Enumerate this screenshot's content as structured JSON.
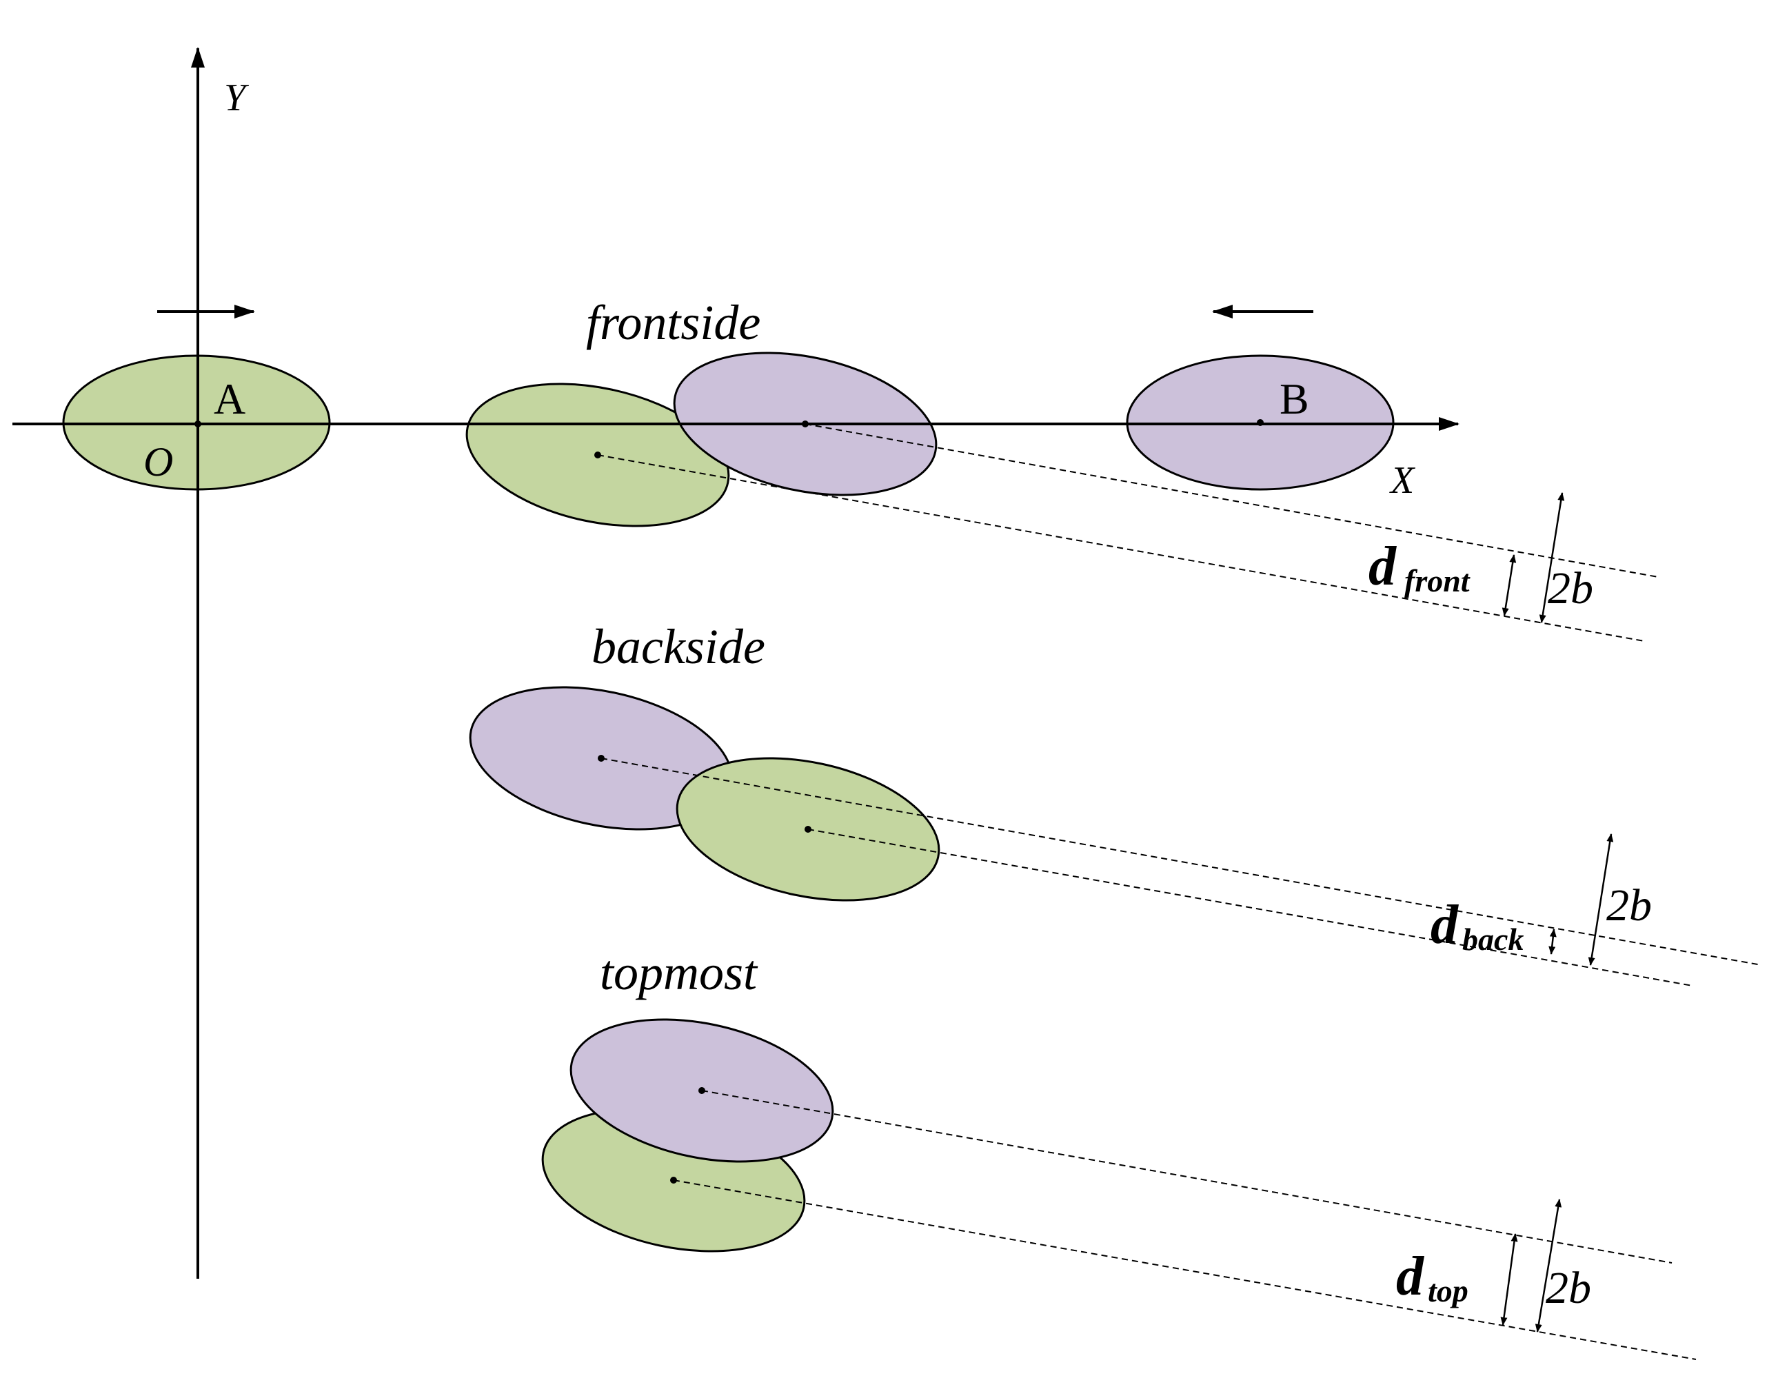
{
  "axes": {
    "y_label": "Y",
    "x_label": "X",
    "origin_label": "O"
  },
  "points": {
    "a_label": "A",
    "b_label": "B"
  },
  "cases": {
    "front": {
      "title": "frontside",
      "d_main": "d",
      "d_sub": "front",
      "width_label": "2b"
    },
    "back": {
      "title": "backside",
      "d_main": "d",
      "d_sub": "back",
      "width_label": "2b"
    },
    "top": {
      "title": "topmost",
      "d_main": "d",
      "d_sub": "top",
      "width_label": "2b"
    }
  },
  "colors": {
    "vehicle_a": "#c4d6a0",
    "vehicle_b": "#ccc1da",
    "lines": "#000000"
  }
}
